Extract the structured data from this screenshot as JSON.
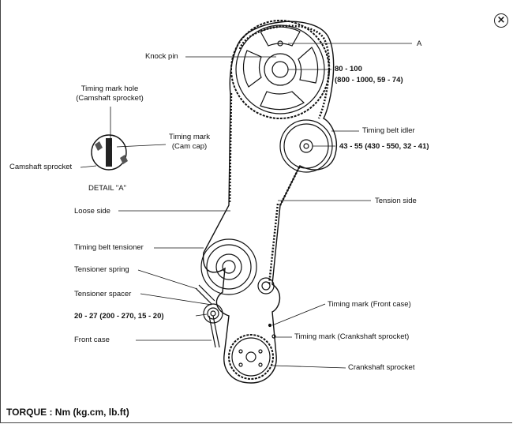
{
  "close_icon": "close-circle-icon",
  "labels": {
    "a": "A",
    "knock_pin": "Knock pin",
    "cam_torque_1": "80 - 100",
    "cam_torque_2": "(800 - 1000, 59 - 74)",
    "timing_mark_hole_1": "Timing mark hole",
    "timing_mark_hole_2": "(Camshaft sprocket)",
    "timing_mark_cam_1": "Timing mark",
    "timing_mark_cam_2": "(Cam cap)",
    "camshaft_sprocket": "Camshaft sprocket",
    "detail_a": "DETAIL \"A\"",
    "timing_belt_idler": "Timing belt idler",
    "idler_torque": "43 - 55 (430 - 550, 32 - 41)",
    "loose_side": "Loose side",
    "tension_side": "Tension side",
    "timing_belt_tensioner": "Timing belt tensioner",
    "tensioner_spring": "Tensioner spring",
    "tensioner_spacer": "Tensioner spacer",
    "tensioner_torque": "20 - 27 (200 - 270, 15 - 20)",
    "timing_mark_front_case": "Timing mark (Front case)",
    "timing_mark_crank": "Timing mark (Crankshaft sprocket)",
    "front_case": "Front case",
    "crankshaft_sprocket": "Crankshaft sprocket"
  },
  "footer": {
    "torque": "TORQUE : Nm (kg.cm, lb.ft)"
  }
}
